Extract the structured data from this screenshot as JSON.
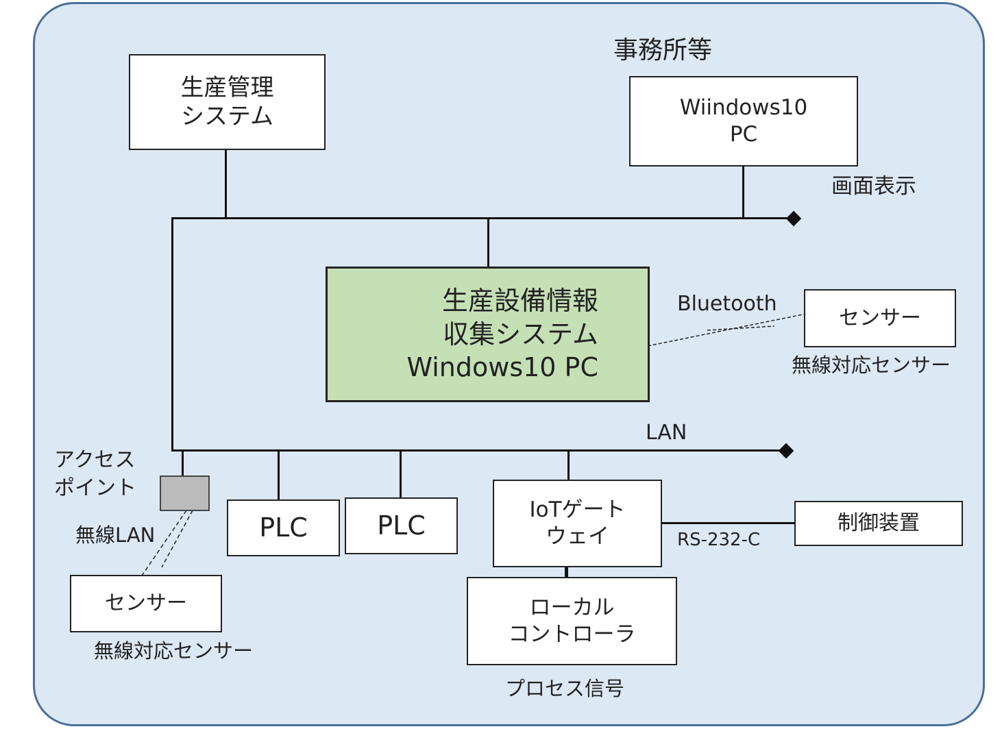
{
  "labels": {
    "office_area": "事務所等",
    "screen_display": "画面表示",
    "bluetooth": "Bluetooth",
    "lan": "LAN",
    "access_point_line1": "アクセス",
    "access_point_line2": "ポイント",
    "wireless_lan": "無線LAN",
    "rs232c": "RS-232-C",
    "wireless_sensor_right": "無線対応センサー",
    "wireless_sensor_left": "無線対応センサー",
    "process_signal": "プロセス信号"
  },
  "nodes": {
    "production_mgmt": {
      "line1": "生産管理",
      "line2": "システム"
    },
    "office_pc": {
      "line1": "Wiindows10",
      "line2": "PC"
    },
    "collection_system": {
      "line1": "生産設備情報",
      "line2": "収集システム",
      "line3": "Windows10 PC"
    },
    "sensor_right": {
      "label": "センサー"
    },
    "plc_1": {
      "label": "PLC"
    },
    "plc_2": {
      "label": "PLC"
    },
    "iot_gateway": {
      "line1": "IoTゲート",
      "line2": "ウェイ"
    },
    "control_device": {
      "label": "制御装置"
    },
    "local_controller": {
      "line1": "ローカル",
      "line2": "コントローラ"
    },
    "sensor_left": {
      "label": "センサー"
    }
  },
  "colors": {
    "panel_background": "#dde8f5",
    "panel_border": "#4a6f9a",
    "main_box_fill": "#c6e0b6",
    "access_point_fill": "#bbbbbb"
  }
}
